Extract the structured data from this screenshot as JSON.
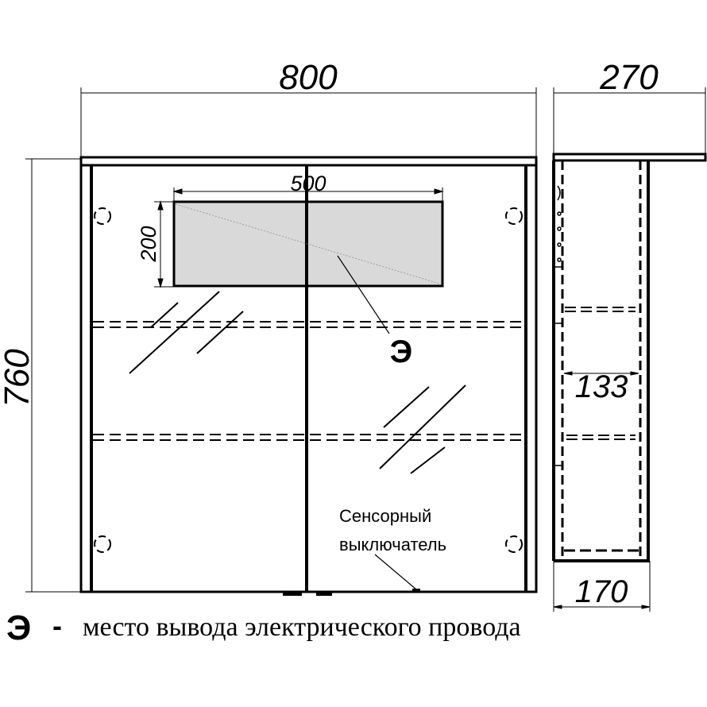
{
  "dimensions": {
    "width": "800",
    "depth_top": "270",
    "height": "760",
    "light_width": "500",
    "light_height": "200",
    "shelf_depth": "133",
    "body_depth": "170"
  },
  "labels": {
    "outlet_marker": "Э",
    "sensor_switch_line1": "Сенсорный",
    "sensor_switch_line2": "выключатель"
  },
  "legend": {
    "symbol": "Э",
    "dash": "-",
    "text": "место вывода электрического провода"
  },
  "colors": {
    "line": "#000000",
    "light_panel": "#d9d9d9"
  }
}
